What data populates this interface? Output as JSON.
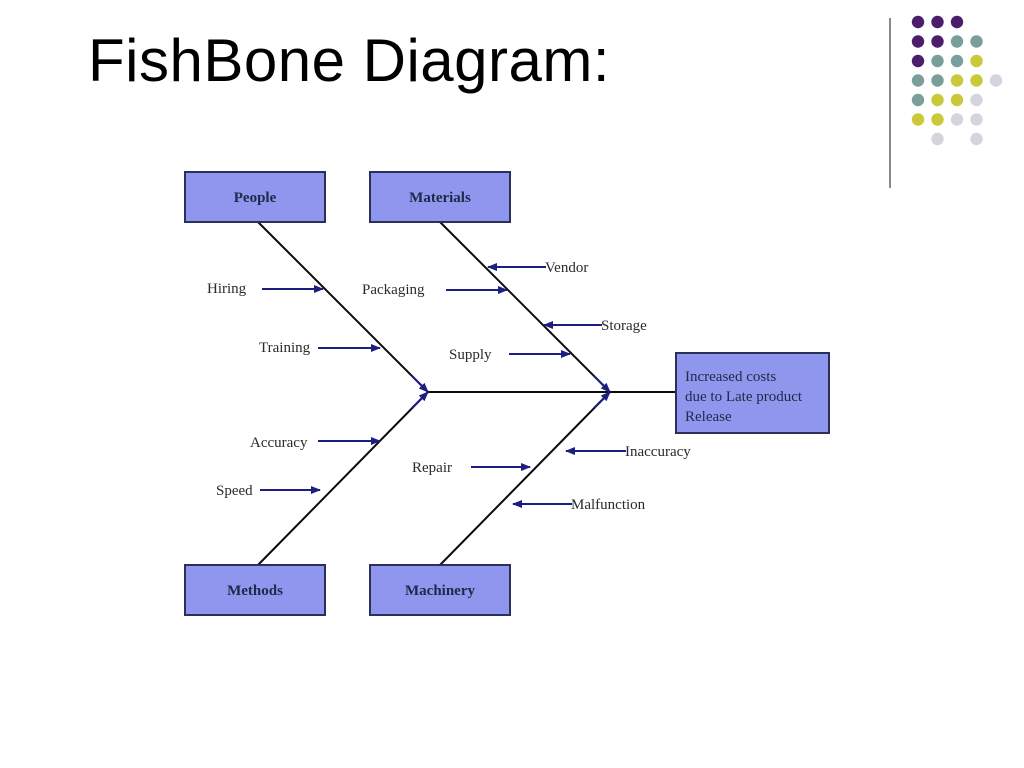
{
  "slide": {
    "title": "FishBone Diagram:"
  },
  "decoration": {
    "dot_colors": {
      "purple": "#4b1d6b",
      "teal": "#7a9e9c",
      "yellow": "#c9c93a",
      "gray": "#d4d4de"
    }
  },
  "diagram": {
    "colors": {
      "box_fill": "#8f96ee",
      "box_border": "#2b2f5a",
      "line": "#0b0b0b",
      "arrow": "#1c1f80"
    },
    "effect": {
      "lines": [
        "Increased costs",
        "due to Late product",
        "Release"
      ]
    },
    "categories": {
      "people": "People",
      "materials": "Materials",
      "methods": "Methods",
      "machinery": "Machinery"
    },
    "causes": {
      "hiring": "Hiring",
      "training": "Training",
      "packaging": "Packaging",
      "supply": "Supply",
      "vendor": "Vendor",
      "storage": "Storage",
      "accuracy": "Accuracy",
      "speed": "Speed",
      "repair": "Repair",
      "inaccuracy": "Inaccuracy",
      "malfunction": "Malfunction"
    }
  }
}
